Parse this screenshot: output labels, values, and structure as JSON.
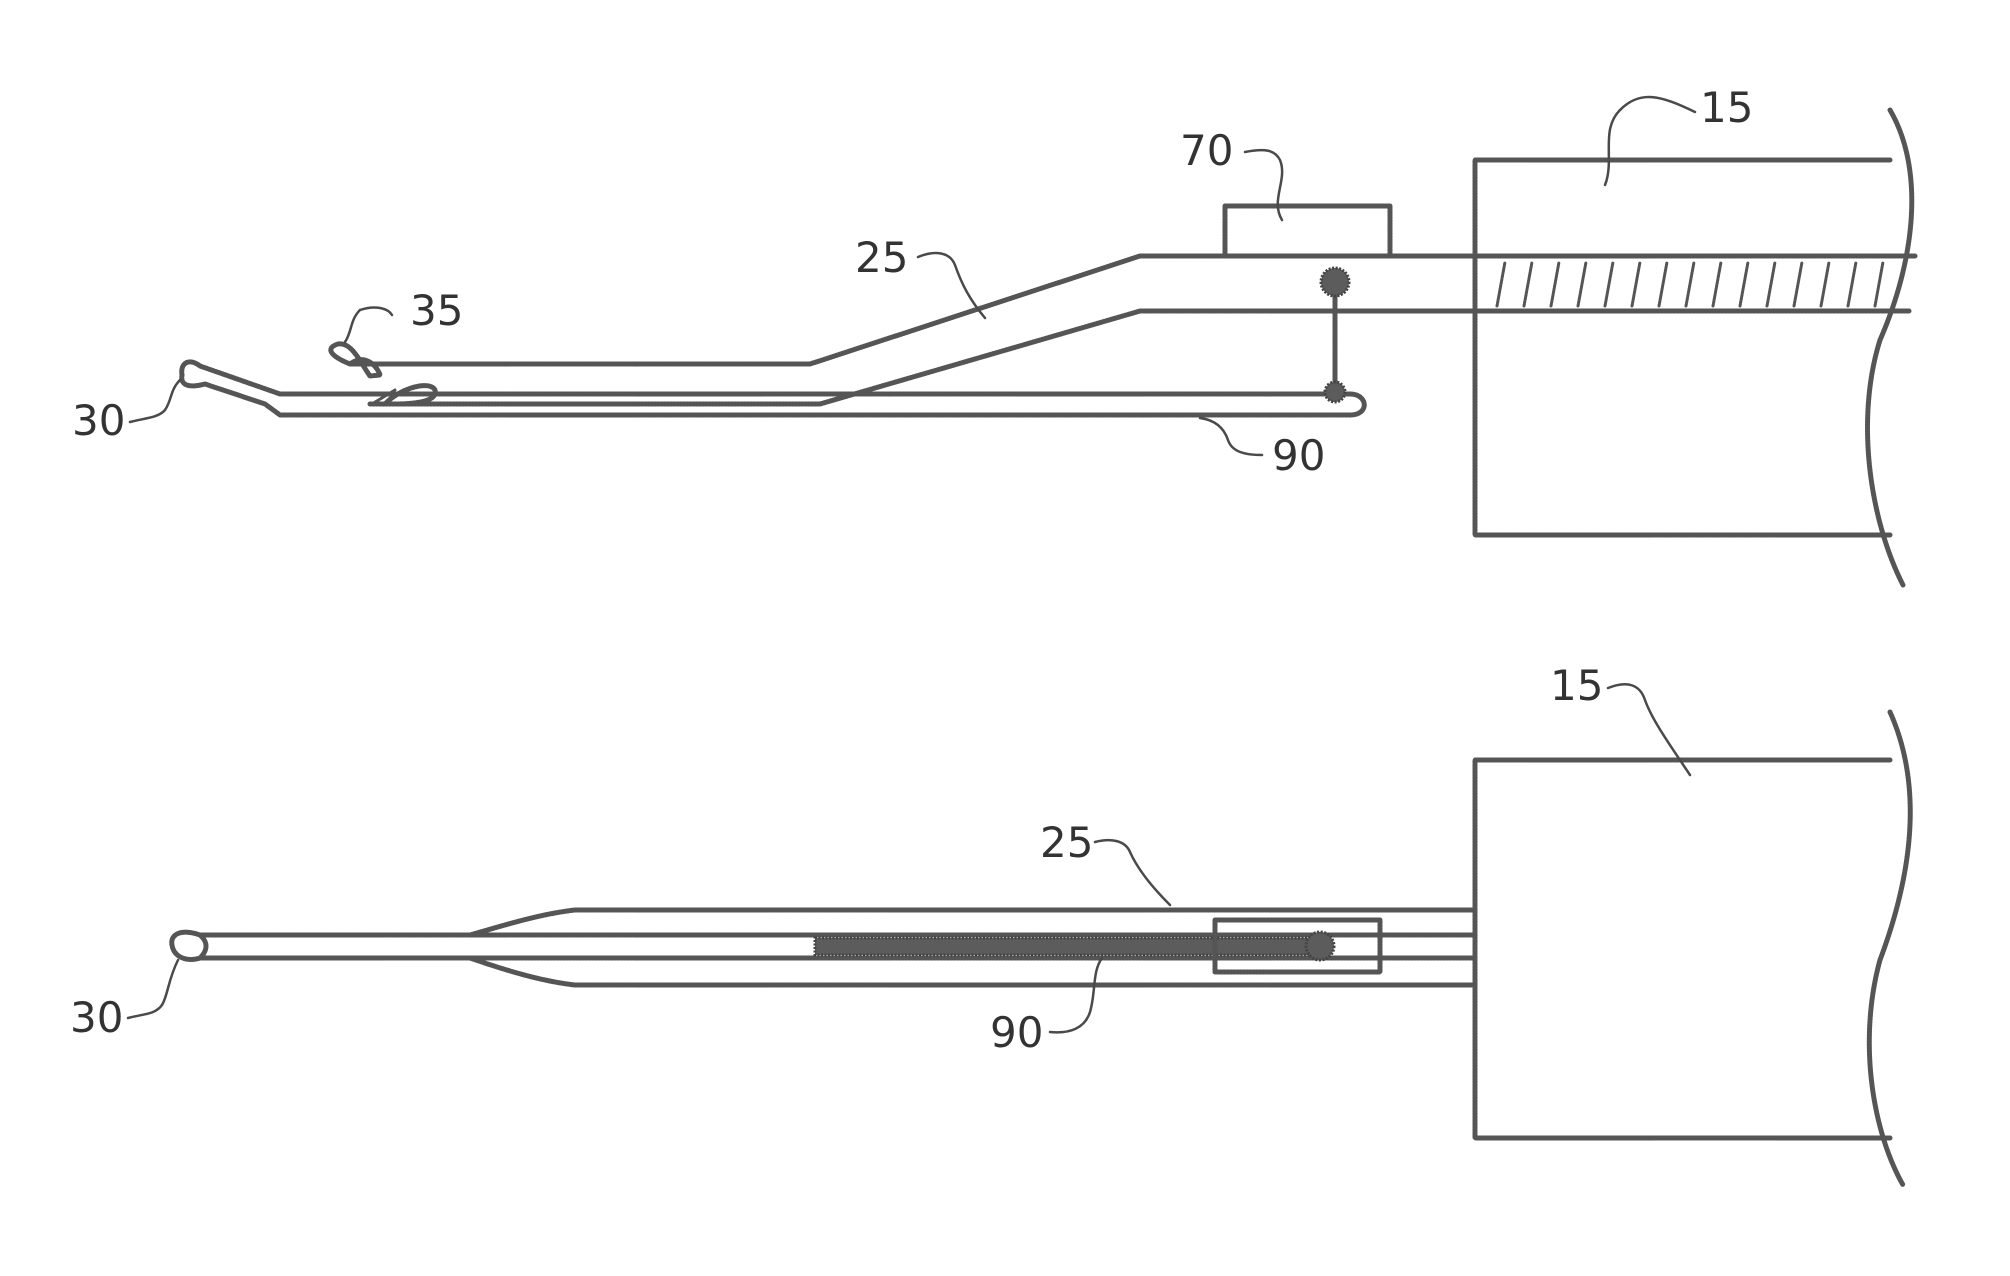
{
  "top_view": {
    "labels": {
      "handle": "15",
      "shaft": "25",
      "tip": "30",
      "jaw": "35",
      "actuator": "70",
      "pull_wire": "90"
    }
  },
  "bottom_view": {
    "labels": {
      "handle": "15",
      "shaft": "25",
      "tip": "30",
      "pull_wire": "90"
    }
  }
}
